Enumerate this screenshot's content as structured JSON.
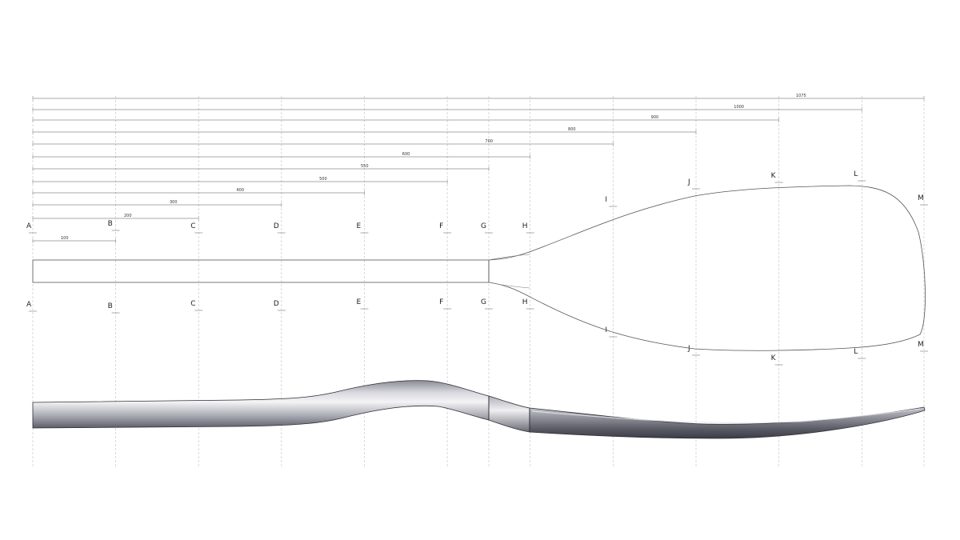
{
  "drawing": {
    "sections": [
      {
        "id": "a",
        "letter": "A",
        "mm": 0
      },
      {
        "id": "b",
        "letter": "B",
        "mm": 100
      },
      {
        "id": "c",
        "letter": "C",
        "mm": 200
      },
      {
        "id": "d",
        "letter": "D",
        "mm": 300
      },
      {
        "id": "e",
        "letter": "E",
        "mm": 400
      },
      {
        "id": "f",
        "letter": "F",
        "mm": 500
      },
      {
        "id": "g",
        "letter": "G",
        "mm": 550
      },
      {
        "id": "h",
        "letter": "H",
        "mm": 600
      },
      {
        "id": "i",
        "letter": "I",
        "mm": 700
      },
      {
        "id": "j",
        "letter": "J",
        "mm": 800
      },
      {
        "id": "k",
        "letter": "K",
        "mm": 900
      },
      {
        "id": "l",
        "letter": "L",
        "mm": 1000
      },
      {
        "id": "m",
        "letter": "M",
        "mm": 1075
      }
    ],
    "dimensions": [
      {
        "id": "100",
        "label": "100",
        "mm": 100
      },
      {
        "id": "200",
        "label": "200",
        "mm": 200
      },
      {
        "id": "300",
        "label": "300",
        "mm": 300
      },
      {
        "id": "400",
        "label": "400",
        "mm": 400
      },
      {
        "id": "500",
        "label": "500",
        "mm": 500
      },
      {
        "id": "550",
        "label": "550",
        "mm": 550
      },
      {
        "id": "600",
        "label": "600",
        "mm": 600
      },
      {
        "id": "700",
        "label": "700",
        "mm": 700
      },
      {
        "id": "800",
        "label": "800",
        "mm": 800
      },
      {
        "id": "900",
        "label": "900",
        "mm": 900
      },
      {
        "id": "1000",
        "label": "1000",
        "mm": 1000
      },
      {
        "id": "1075",
        "label": "1075",
        "mm": 1075
      }
    ],
    "colors": {
      "background": "#ffffff",
      "line": "#555555",
      "section_line": "#c9c9c9",
      "shaft_light": "#f2f2f4",
      "shaft_dark": "#6e6e78",
      "blade_dark": "#3a3a44"
    }
  }
}
